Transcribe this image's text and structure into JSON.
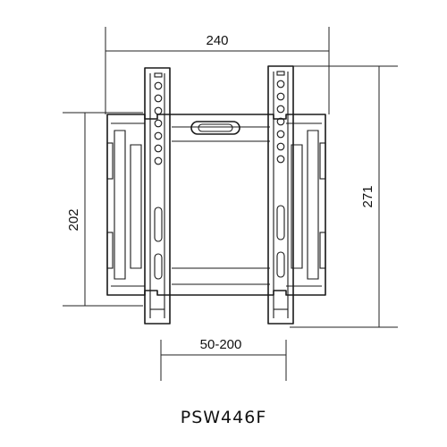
{
  "diagram": {
    "dimensions": {
      "top_width": "240",
      "total_height": "271",
      "left_height": "202",
      "vesa_range": "50-200"
    },
    "model": "PSW446F"
  }
}
